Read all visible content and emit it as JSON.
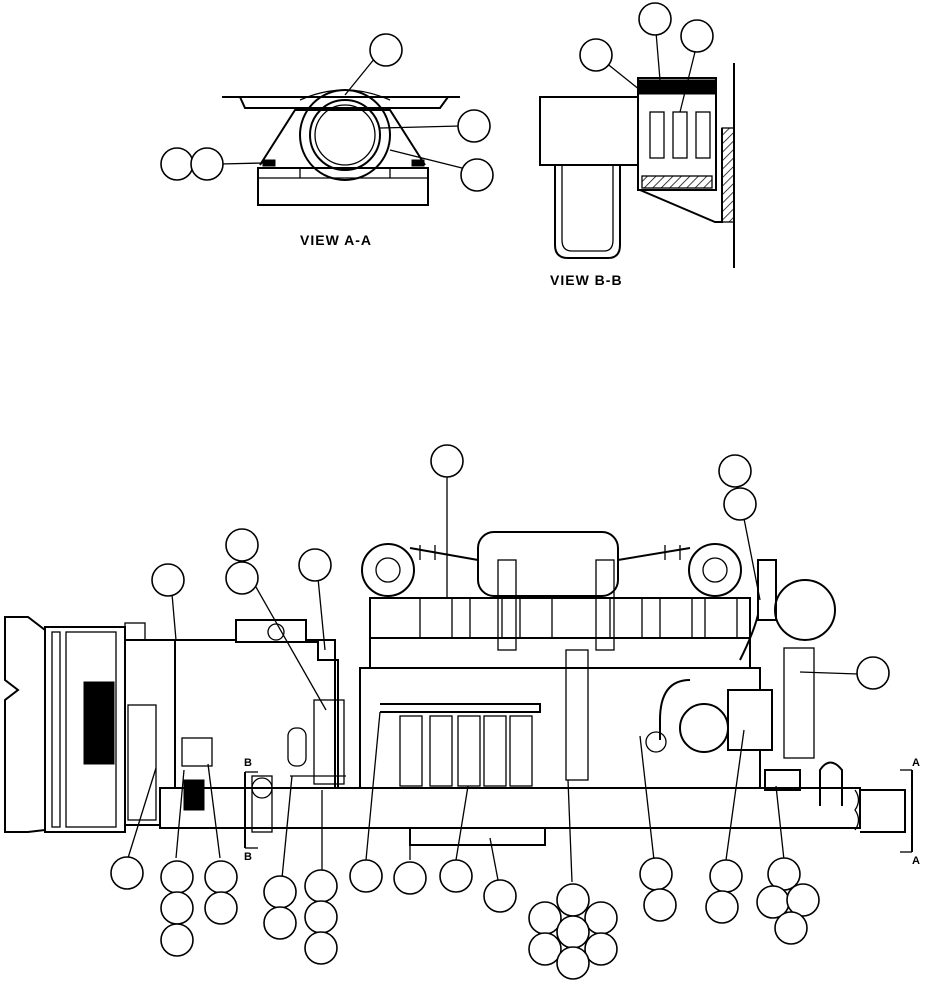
{
  "views": {
    "view_a": "VIEW A-A",
    "view_b": "VIEW B-B"
  },
  "section_markers": {
    "a_top": "A",
    "a_bottom": "A",
    "b_top": "B",
    "b_bottom": "B"
  }
}
